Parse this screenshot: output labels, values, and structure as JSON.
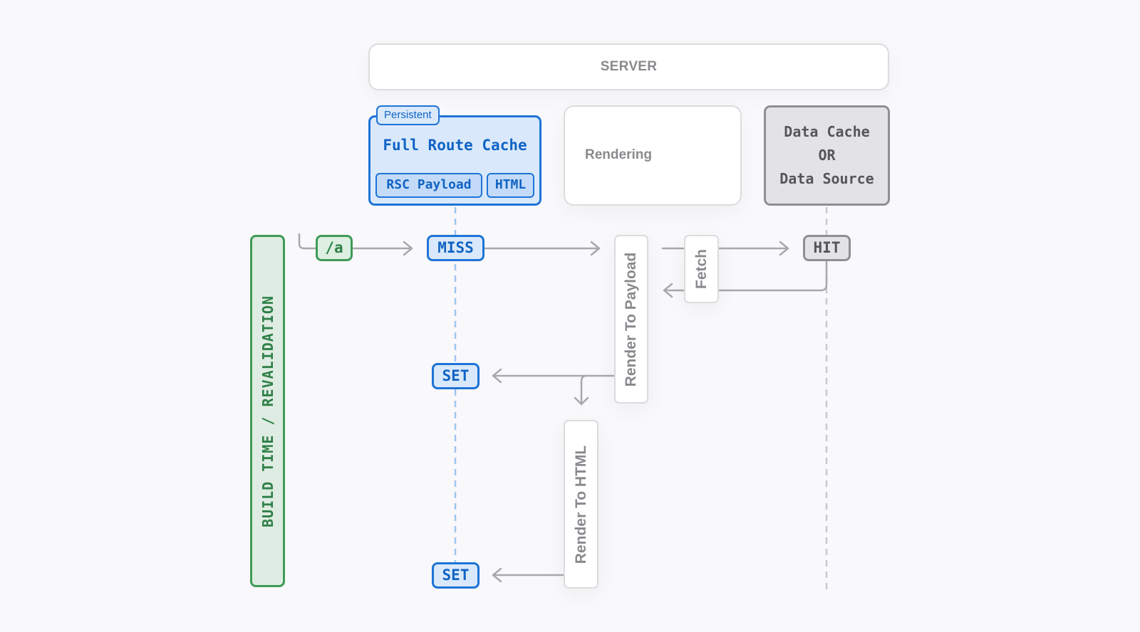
{
  "server": {
    "label": "SERVER"
  },
  "full_route_cache": {
    "badge": "Persistent",
    "title": "Full Route Cache",
    "chips": [
      "RSC Payload",
      "HTML"
    ]
  },
  "rendering": {
    "label": "Rendering"
  },
  "data_cache": {
    "lines": [
      "Data Cache",
      "OR",
      "Data Source"
    ]
  },
  "timeline": {
    "label": "BUILD TIME / REVALIDATION",
    "route": "/a",
    "miss": "MISS",
    "hit": "HIT",
    "set_payload": "SET",
    "set_html": "SET",
    "render_payload": "Render To Payload",
    "fetch": "Fetch",
    "render_html": "Render To HTML"
  },
  "colors": {
    "blue": "#1e74d6",
    "blue_fill": "#d9e9fb",
    "green": "#3e9b57",
    "green_fill": "#dfece3",
    "gray": "#8f8f93",
    "line_gray": "#a9a9ad",
    "dashed_blue": "#9fc6ee",
    "dashed_gray": "#c9c9cd"
  }
}
